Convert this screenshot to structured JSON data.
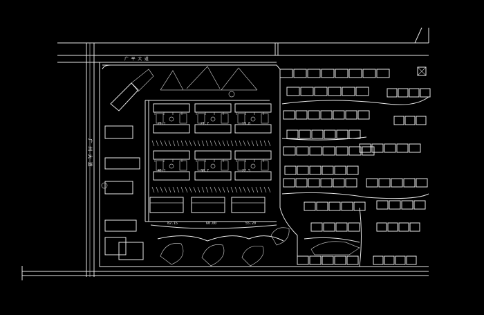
{
  "drawing": {
    "background": "#000000",
    "line_color": "#e8e8e8",
    "road_north_label": "广 平 大 道",
    "road_west_label": "广 州 大 道",
    "block_labels": [
      "21.1",
      "21.7",
      "19.8",
      "41.1",
      "38.7",
      "22.5"
    ],
    "dim_labels": [
      "82.15",
      "60.00",
      "55.20"
    ]
  }
}
